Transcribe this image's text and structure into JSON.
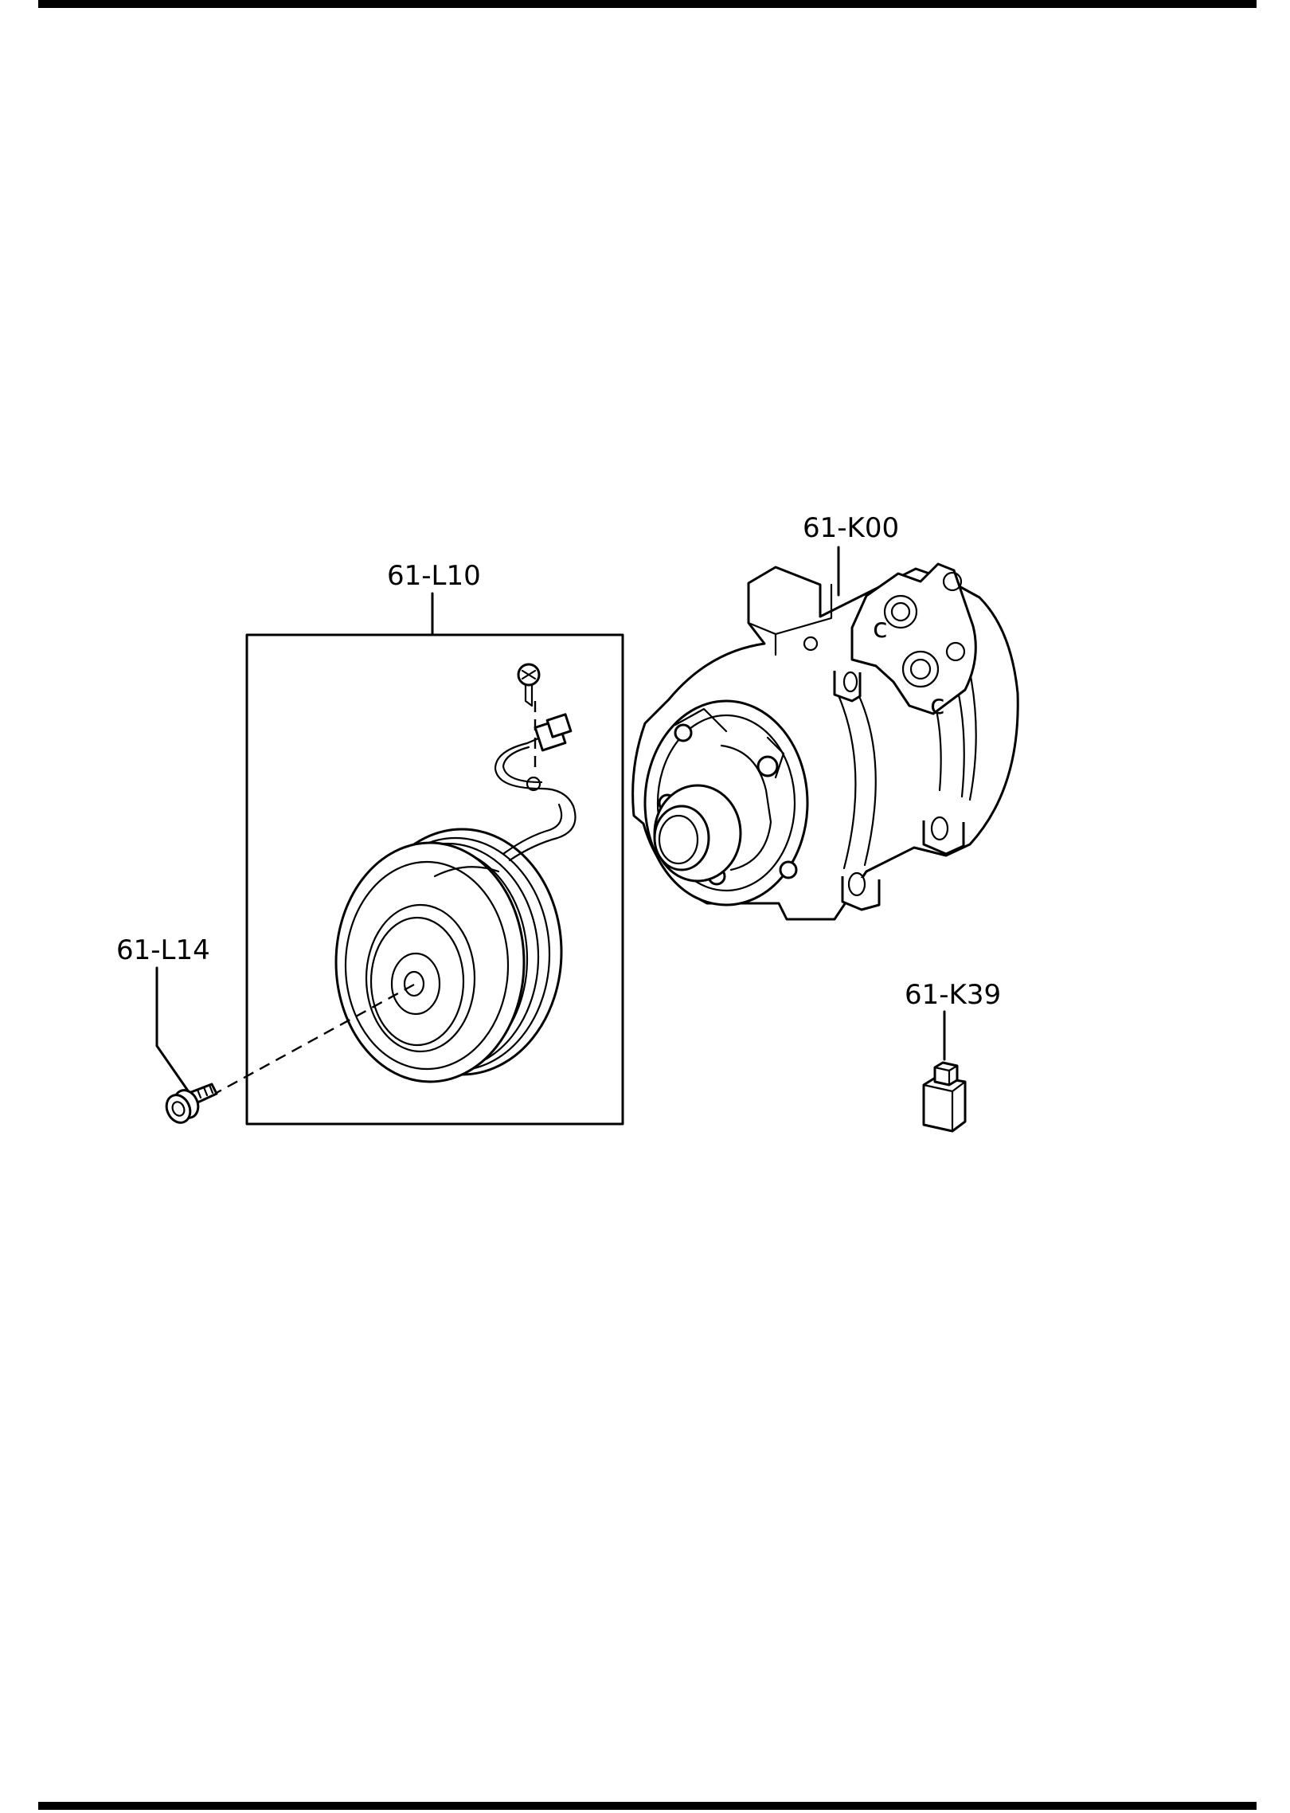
{
  "callouts": {
    "compressor": "61-K00",
    "clutch_assembly": "61-L10",
    "bolt": "61-L14",
    "switch": "61-K39"
  }
}
